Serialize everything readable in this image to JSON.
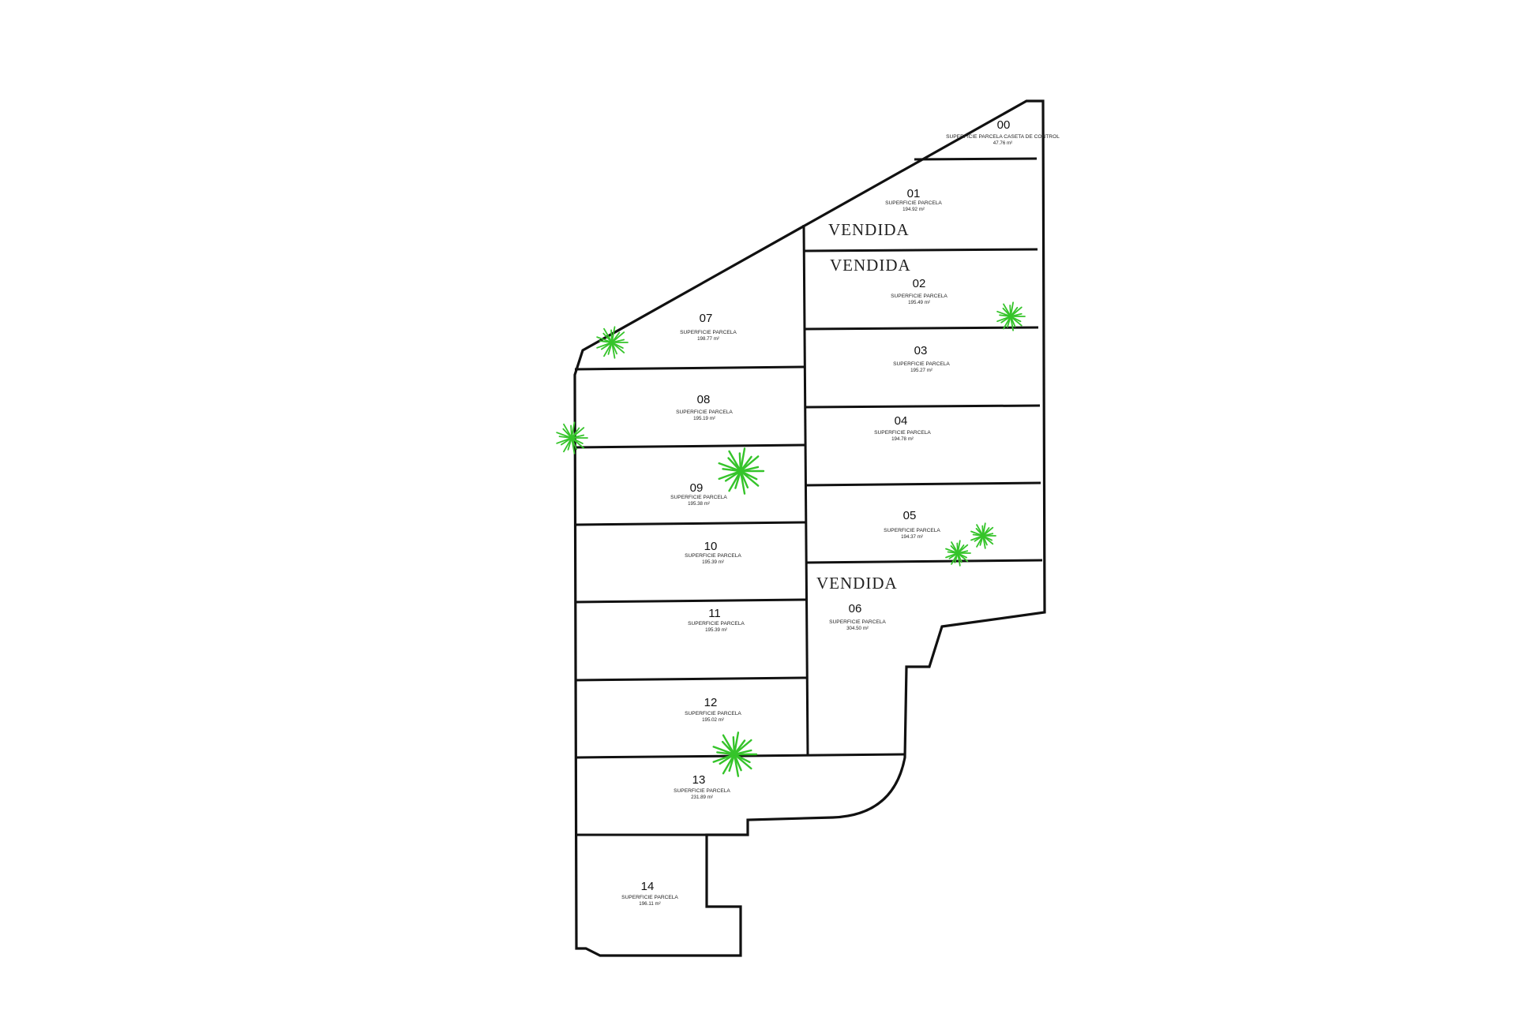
{
  "plan": {
    "lots": [
      {
        "number": "00",
        "caption": "SUPERFICIE PARCELA CASETA DE CONTROL",
        "area": "47.76 m²"
      },
      {
        "number": "01",
        "caption": "SUPERFICIE PARCELA",
        "area": "194.92 m²"
      },
      {
        "number": "02",
        "caption": "SUPERFICIE PARCELA",
        "area": "195.49 m²"
      },
      {
        "number": "03",
        "caption": "SUPERFICIE PARCELA",
        "area": "195.27 m²"
      },
      {
        "number": "04",
        "caption": "SUPERFICIE PARCELA",
        "area": "194.78 m²"
      },
      {
        "number": "05",
        "caption": "SUPERFICIE PARCELA",
        "area": "194.37 m²"
      },
      {
        "number": "06",
        "caption": "SUPERFICIE PARCELA",
        "area": "304.50 m²"
      },
      {
        "number": "07",
        "caption": "SUPERFICIE PARCELA",
        "area": "198.77 m²"
      },
      {
        "number": "08",
        "caption": "SUPERFICIE PARCELA",
        "area": "195.19 m²"
      },
      {
        "number": "09",
        "caption": "SUPERFICIE PARCELA",
        "area": "195.38 m²"
      },
      {
        "number": "10",
        "caption": "SUPERFICIE PARCELA",
        "area": "195.39 m²"
      },
      {
        "number": "11",
        "caption": "SUPERFICIE PARCELA",
        "area": "195.39 m²"
      },
      {
        "number": "12",
        "caption": "SUPERFICIE PARCELA",
        "area": "195.02 m²"
      },
      {
        "number": "13",
        "caption": "SUPERFICIE PARCELA",
        "area": "231.89 m²"
      },
      {
        "number": "14",
        "caption": "SUPERFICIE PARCELA",
        "area": "196.11 m²"
      }
    ],
    "sold_labels": {
      "lot_01": "VENDIDA",
      "lot_02": "VENDIDA",
      "lot_06": "VENDIDA"
    },
    "colors": {
      "boundary": "#111111",
      "text": "#222222",
      "vegetation": "#35c42a"
    },
    "vegetation_icon": "palm-tree-icon"
  }
}
